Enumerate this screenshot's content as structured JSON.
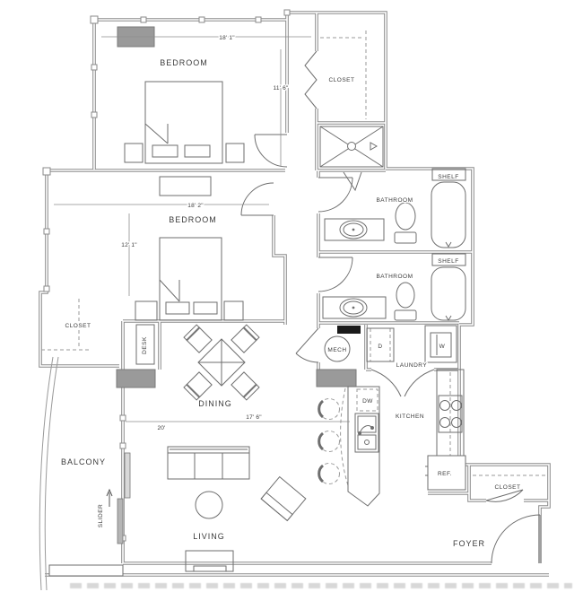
{
  "plan": {
    "rooms": {
      "bedroom1": "BEDROOM",
      "bedroom2": "BEDROOM",
      "closet_master": "CLOSET",
      "closet_bedroom2": "CLOSET",
      "closet_foyer": "CLOSET",
      "bathroom1": "BATHROOM",
      "bathroom2": "BATHROOM",
      "dining": "DINING",
      "living": "LIVING",
      "kitchen": "KITCHEN",
      "laundry": "LAUNDRY",
      "foyer": "FOYER",
      "balcony": "BALCONY",
      "mech": "MECH",
      "desk": "DESK"
    },
    "fixtures": {
      "shelf_bath1": "SHELF",
      "shelf_bath2": "SHELF",
      "dishwasher": "DW",
      "dryer": "D",
      "washer": "W",
      "fridge": "REF.",
      "slider": "SLIDER"
    },
    "dimensions": {
      "bedroom1_width": "18' 1\"",
      "bedroom1_depth": "11' 6\"",
      "bedroom2_width": "18' 2\"",
      "bedroom2_depth": "12' 1\"",
      "living_width": "20'",
      "unit_width": "17' 6\""
    },
    "colors": {
      "wall": "#8a8a8a",
      "column_fill": "#9a9a9a",
      "accent_black": "#1a1a1a",
      "line": "#6e6e6e",
      "text": "#3a3a3a"
    }
  }
}
